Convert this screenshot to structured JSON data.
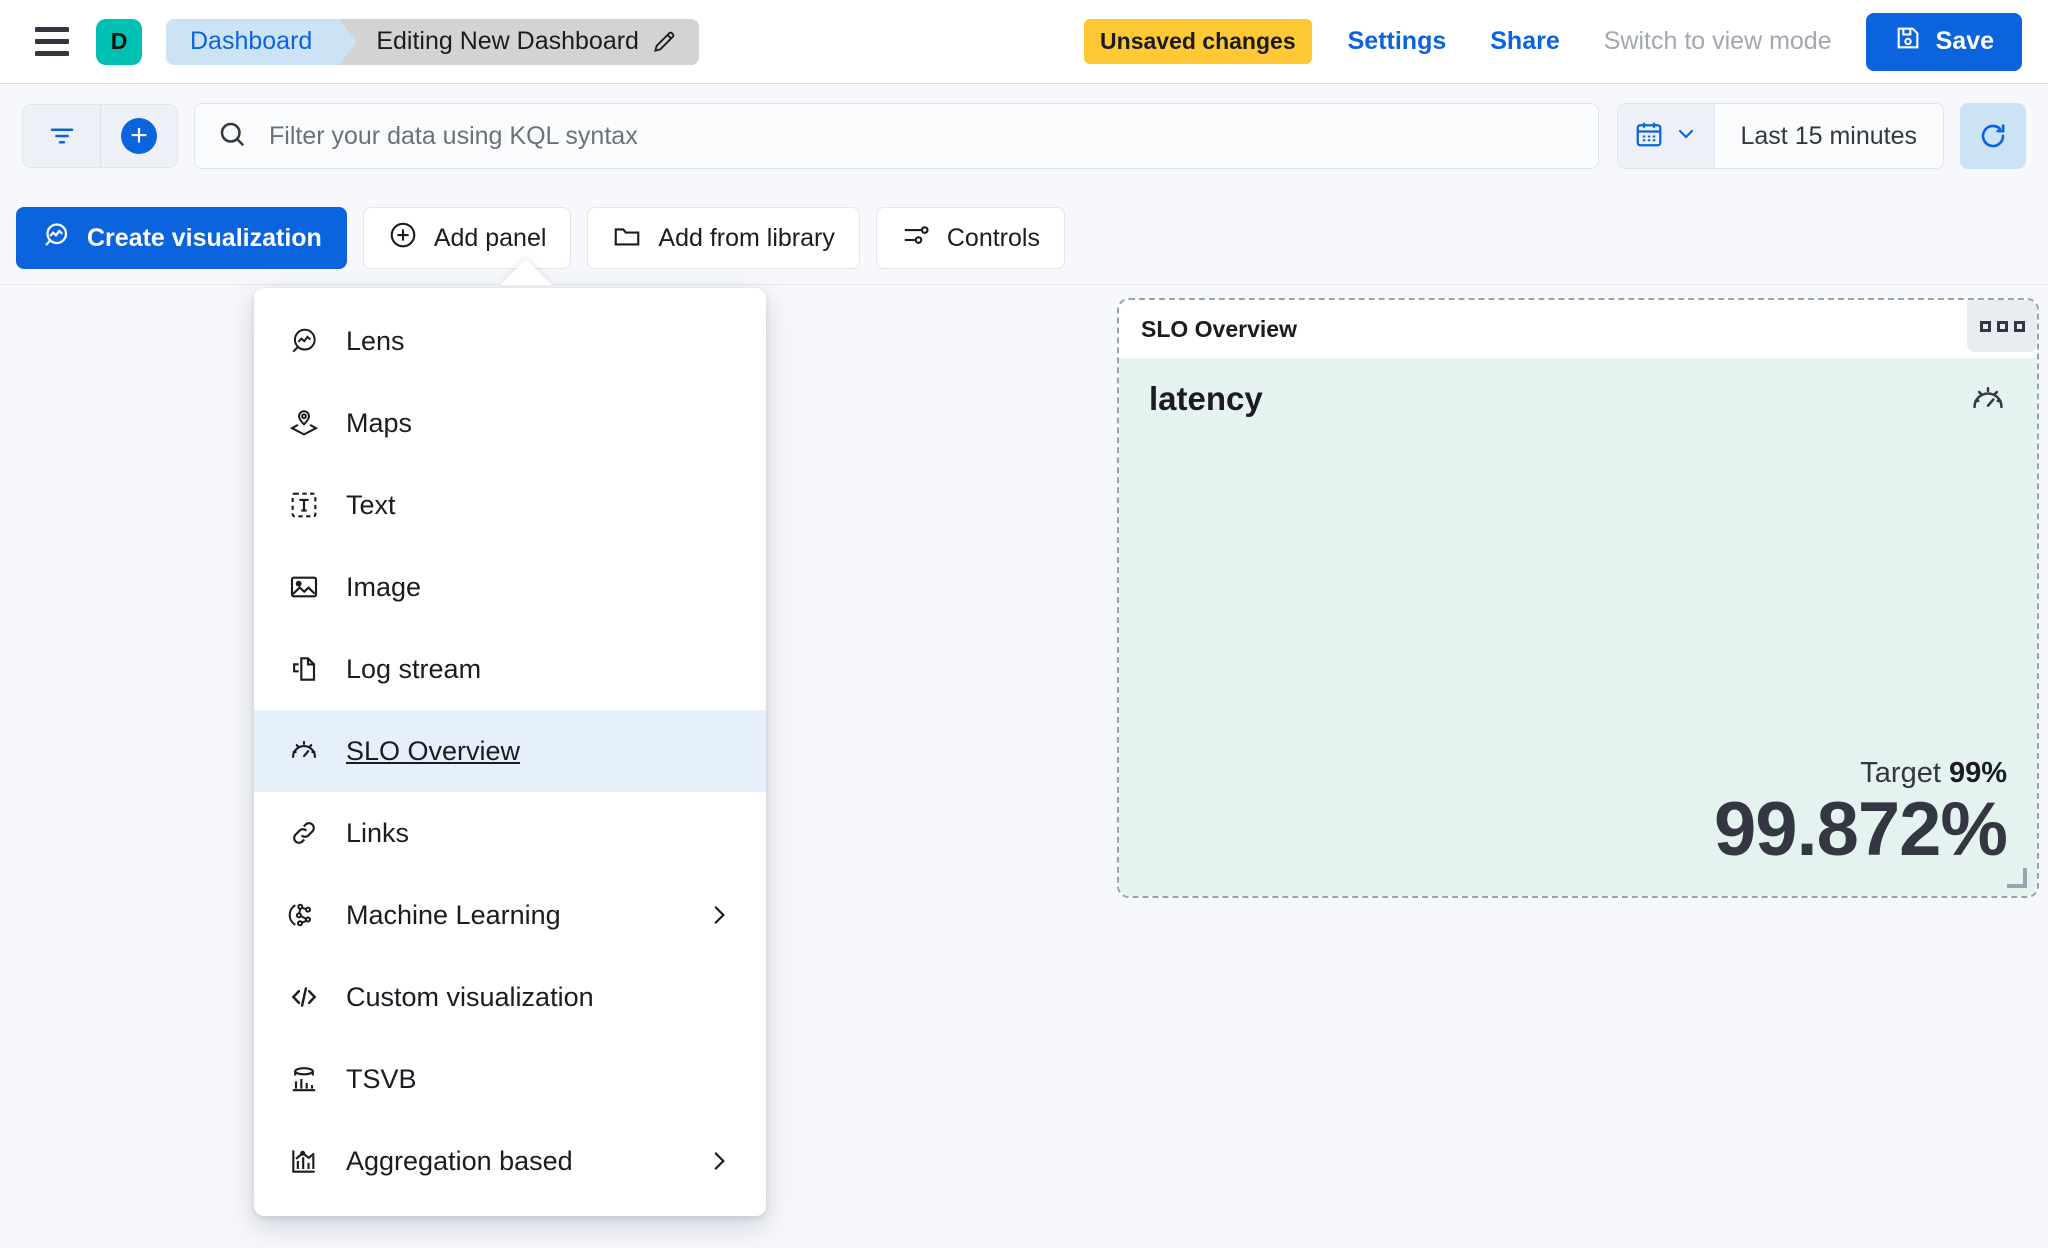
{
  "header": {
    "menu_icon": "hamburger-icon",
    "space_avatar_letter": "D",
    "breadcrumbs": [
      {
        "label": "Dashboard",
        "active": false
      },
      {
        "label": "Editing New Dashboard",
        "active": true,
        "icon": "pencil-icon"
      }
    ],
    "unsaved_badge": "Unsaved changes",
    "settings_link": "Settings",
    "share_link": "Share",
    "view_mode_link": "Switch to view mode",
    "save_button": "Save",
    "save_icon": "save-disk-icon",
    "colors": {
      "primary": "#0B64DD",
      "badge": "#FFC936",
      "space_avatar": "#00BFB3",
      "breadcrumb_active_bg": "#CCE3F5",
      "breadcrumb_last_bg": "#D3D3D3"
    }
  },
  "querybar": {
    "filter_icon": "filter-icon",
    "add_filter_icon": "add-filter-plus-icon",
    "search_icon": "search-icon",
    "search_value": "",
    "search_placeholder": "Filter your data using KQL syntax",
    "date_icon": "calendar-icon",
    "date_chevron": "chevron-down-icon",
    "date_range": "Last 15 minutes",
    "refresh_icon": "refresh-icon"
  },
  "toolbar": {
    "buttons": [
      {
        "label": "Create visualization",
        "icon": "lens-icon",
        "primary": true
      },
      {
        "label": "Add panel",
        "icon": "plus-circle-icon",
        "primary": false
      },
      {
        "label": "Add from library",
        "icon": "folder-icon",
        "primary": false
      },
      {
        "label": "Controls",
        "icon": "controls-icon",
        "primary": false
      }
    ]
  },
  "add_panel_menu": {
    "items": [
      {
        "label": "Lens",
        "icon": "lens-icon",
        "selected": false,
        "submenu": false
      },
      {
        "label": "Maps",
        "icon": "maps-icon",
        "selected": false,
        "submenu": false
      },
      {
        "label": "Text",
        "icon": "text-icon",
        "selected": false,
        "submenu": false
      },
      {
        "label": "Image",
        "icon": "image-icon",
        "selected": false,
        "submenu": false
      },
      {
        "label": "Log stream",
        "icon": "logstream-icon",
        "selected": false,
        "submenu": false
      },
      {
        "label": "SLO Overview",
        "icon": "gauge-icon",
        "selected": true,
        "submenu": false
      },
      {
        "label": "Links",
        "icon": "link-icon",
        "selected": false,
        "submenu": false
      },
      {
        "label": "Machine Learning",
        "icon": "ml-icon",
        "selected": false,
        "submenu": true
      },
      {
        "label": "Custom visualization",
        "icon": "code-icon",
        "selected": false,
        "submenu": false
      },
      {
        "label": "TSVB",
        "icon": "tsvb-icon",
        "selected": false,
        "submenu": false
      },
      {
        "label": "Aggregation based",
        "icon": "agg-icon",
        "selected": false,
        "submenu": true
      }
    ],
    "selected_bg": "#E6F0FA"
  },
  "slo_panel": {
    "title": "SLO Overview",
    "panel_menu_icon": "panel-context-menu-icon",
    "slo_name": "latency",
    "status_icon": "gauge-icon",
    "target_label": "Target",
    "target_value": "99%",
    "sli_value": "99.872%",
    "body_bg": "#E4F3F0",
    "resize_handle_icon": "resize-handle-icon"
  }
}
